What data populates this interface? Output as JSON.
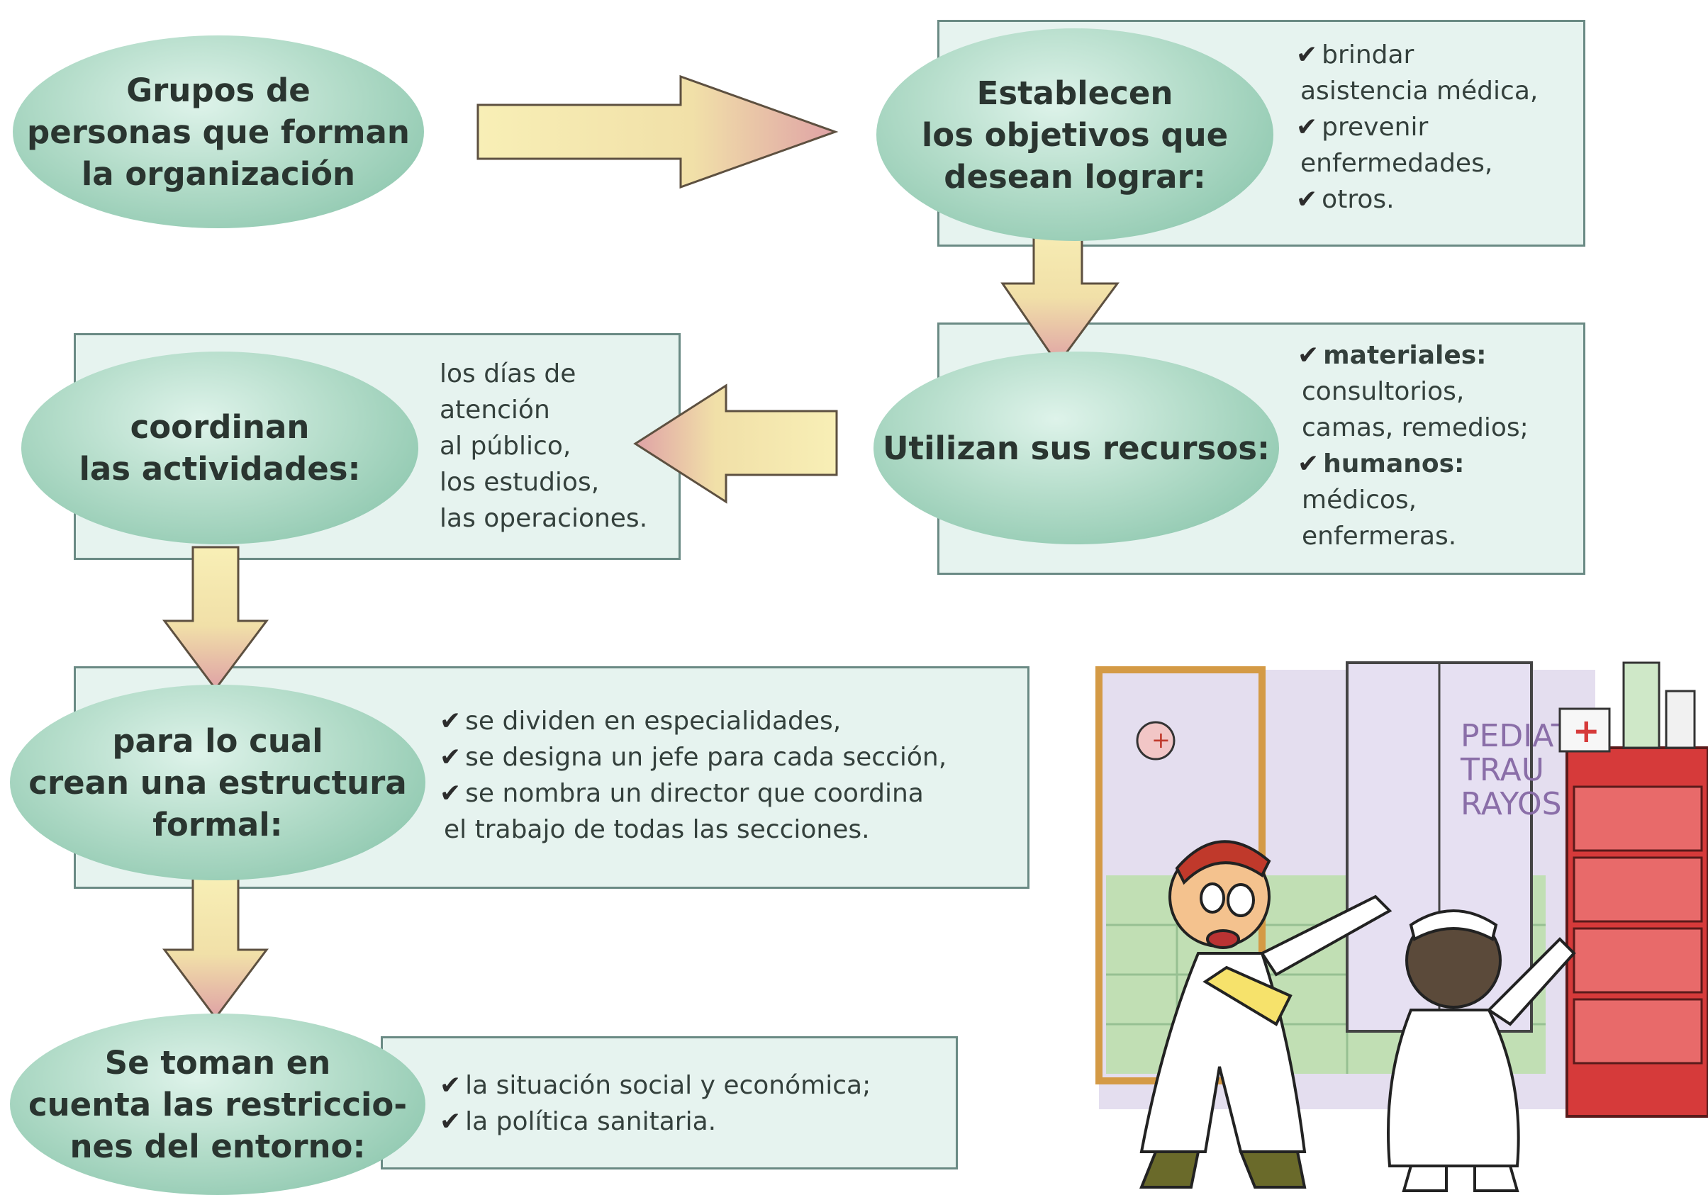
{
  "colors": {
    "box_fill": "#e6f3ef",
    "box_border": "#6a8a84",
    "ellipse_fill": "#a8d6c1",
    "arrow_fill": "#f4e6a4",
    "arrow_tip": "#e3a9a9"
  },
  "nodes": {
    "grupos": {
      "text": "Grupos de\npersonas que forman\nla organización"
    },
    "establecen": {
      "text": "Establecen\nlos objetivos que\ndesean lograr:",
      "items": [
        {
          "check": "✔",
          "text": "brindar"
        },
        {
          "check": "",
          "text": "asistencia médica,"
        },
        {
          "check": "✔",
          "text": "prevenir"
        },
        {
          "check": "",
          "text": "enfermedades,"
        },
        {
          "check": "✔",
          "text": "otros."
        }
      ]
    },
    "utilizan": {
      "text": "Utilizan sus recursos:",
      "items": [
        {
          "check": "✔",
          "text": "materiales:",
          "bold": true
        },
        {
          "check": "",
          "text": "consultorios,"
        },
        {
          "check": "",
          "text": "camas, remedios;"
        },
        {
          "check": "✔",
          "text": "humanos:",
          "bold": true
        },
        {
          "check": "",
          "text": "médicos,"
        },
        {
          "check": "",
          "text": "enfermeras."
        }
      ]
    },
    "coordinan": {
      "text": "coordinan\nlas actividades:",
      "items": [
        {
          "check": "",
          "text": "los días de"
        },
        {
          "check": "",
          "text": "atención"
        },
        {
          "check": "",
          "text": "al público,"
        },
        {
          "check": "",
          "text": "los estudios,"
        },
        {
          "check": "",
          "text": "las operaciones."
        }
      ]
    },
    "estructura": {
      "text": "para lo cual\ncrean una estructura\nformal:",
      "items": [
        {
          "check": "✔",
          "text": "se dividen en especialidades,"
        },
        {
          "check": "✔",
          "text": "se designa un jefe para cada sección,"
        },
        {
          "check": "✔",
          "text": "se nombra un director que coordina"
        },
        {
          "check": "",
          "text": "el trabajo de todas las secciones."
        }
      ]
    },
    "restricciones": {
      "text": "Se toman en\ncuenta las restriccio-\nnes del entorno:",
      "items": [
        {
          "check": "✔",
          "text": "la situación social y económica;"
        },
        {
          "check": "✔",
          "text": "la política sanitaria."
        }
      ]
    }
  },
  "illustration": {
    "sign_lines": [
      "PEDIAT",
      "TRAU",
      "RAYOS"
    ]
  }
}
